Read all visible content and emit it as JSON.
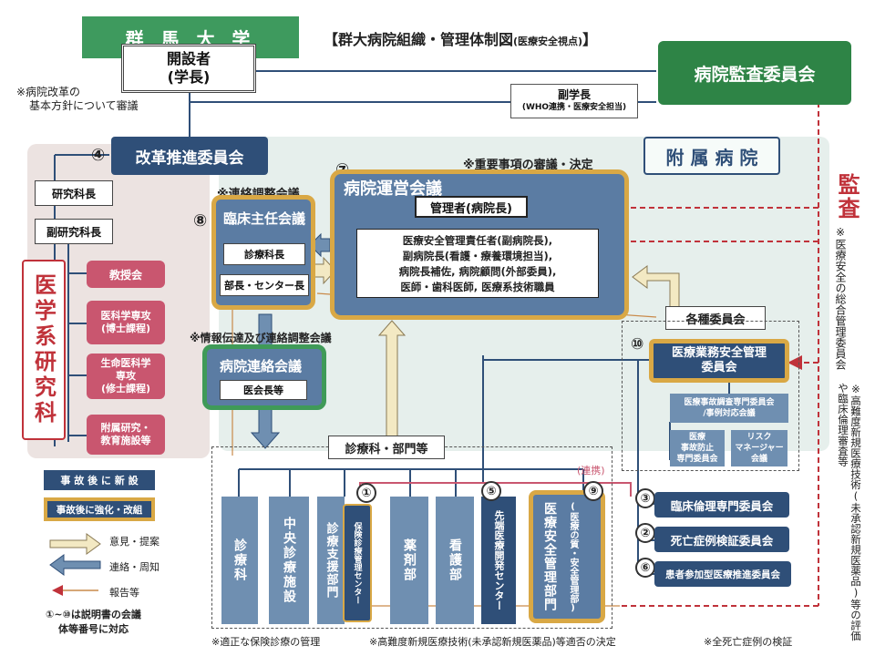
{
  "title": "【群大病院組織・管理体制図",
  "title_suffix": "(医療安全視点)",
  "title_close": "】",
  "gunma_university": "群 馬 大 学",
  "founder_line1": "開設者",
  "founder_line2": "(学長)",
  "hospital_audit_committee": "病院監査委員会",
  "vice_president_title": "副学長",
  "vice_president_sub": "(WHO連携・医療安全担当)",
  "reform_note_line1": "※病院改革の",
  "reform_note_line2": "基本方針について審議",
  "reform_committee": "改革推進委員会",
  "reform_number": "④",
  "affiliated_hospital": "附 属 病 院",
  "audit_label": "監査",
  "audit_note": "※医療安全の総合管理委員会",
  "important_matters_note": "※重要事項の審議・決定",
  "hospital_council_number": "⑦",
  "hospital_council": "病院運営会議",
  "administrator": "管理者(病院長)",
  "council_members": [
    "医療安全管理責任者(副病院長),",
    "副病院長(看護・療養環境担当),",
    "病院長補佐, 病院顧問(外部委員),",
    "医師・歯科医師, 医療系技術職員"
  ],
  "coordination_note": "※連絡調整会議",
  "clinical_chiefs_number": "⑧",
  "clinical_chiefs_council": "臨床主任会議",
  "clinical_chiefs_members": [
    "診療科長",
    "部長・センター長"
  ],
  "info_note": "※情報伝達及び連絡調整会議",
  "liaison_council": "病院連絡会議",
  "liaison_members": "医会長等",
  "research_dept_head": "研究科長",
  "research_dept_vice": "副研究科長",
  "medical_school": "医学系研究科",
  "faculty_items": [
    "教授会",
    "医科学専攻\n(博士課程)",
    "生命医科学\n専攻\n(修士課程)",
    "附属研究・\n教育施設等"
  ],
  "various_committees": "各種委員会",
  "safety_committee_number": "⑩",
  "safety_committee": "医療業務安全管理\n委員会",
  "safety_sub_1": "医療事故調査専門委員会\n/事例対応会議",
  "safety_sub_2": "医療\n事故防止\n専門委員会",
  "safety_sub_3": "リスク\nマネージャー\n会議",
  "departments_label": "診療科・部門等",
  "cooperation_label": "(連携)",
  "departments": [
    {
      "label": "診療科",
      "number": ""
    },
    {
      "label": "中央診療施設",
      "number": ""
    },
    {
      "label": "診療支援部門",
      "number": ""
    },
    {
      "label": "保険診療管理センター",
      "number": "①"
    },
    {
      "label": "薬剤部",
      "number": ""
    },
    {
      "label": "看護部",
      "number": ""
    },
    {
      "label": "先端医療開発センター",
      "number": "⑤"
    },
    {
      "label": "医療安全管理部門",
      "number": "⑨"
    },
    {
      "label": "(医療の質・安全管理部)",
      "number": ""
    }
  ],
  "ethics_number": "③",
  "ethics_committee": "臨床倫理専門委員会",
  "death_number": "②",
  "death_committee": "死亡症例検証委員会",
  "patient_number": "⑥",
  "patient_committee": "患者参加型医療推進委員会",
  "advanced_note": "※高難度新規医療技術(未承認新規医薬品)等の評価や臨床倫理審査等",
  "legend": {
    "new_label": "事 故 後 に 新 設",
    "strengthen_label": "事故後に強化・改組",
    "opinion": "意見・提案",
    "liaison": "連絡・周知",
    "report": "報告等",
    "number_note_line1": "①~⑩は説明書の会議",
    "number_note_line2": "体等番号に対応"
  },
  "bottom_notes": {
    "insurance": "※適正な保険診療の管理",
    "advanced": "※高難度新規医療技術(未承認新規医薬品)等適否の決定",
    "deaths": "※全死亡症例の検証"
  },
  "colors": {
    "navy": "#2f4f78",
    "steel": "#6f8fb1",
    "gold": "#d9a845",
    "green": "#3f9a58",
    "pink": "#c9566f",
    "audit_red": "#c0323a"
  }
}
